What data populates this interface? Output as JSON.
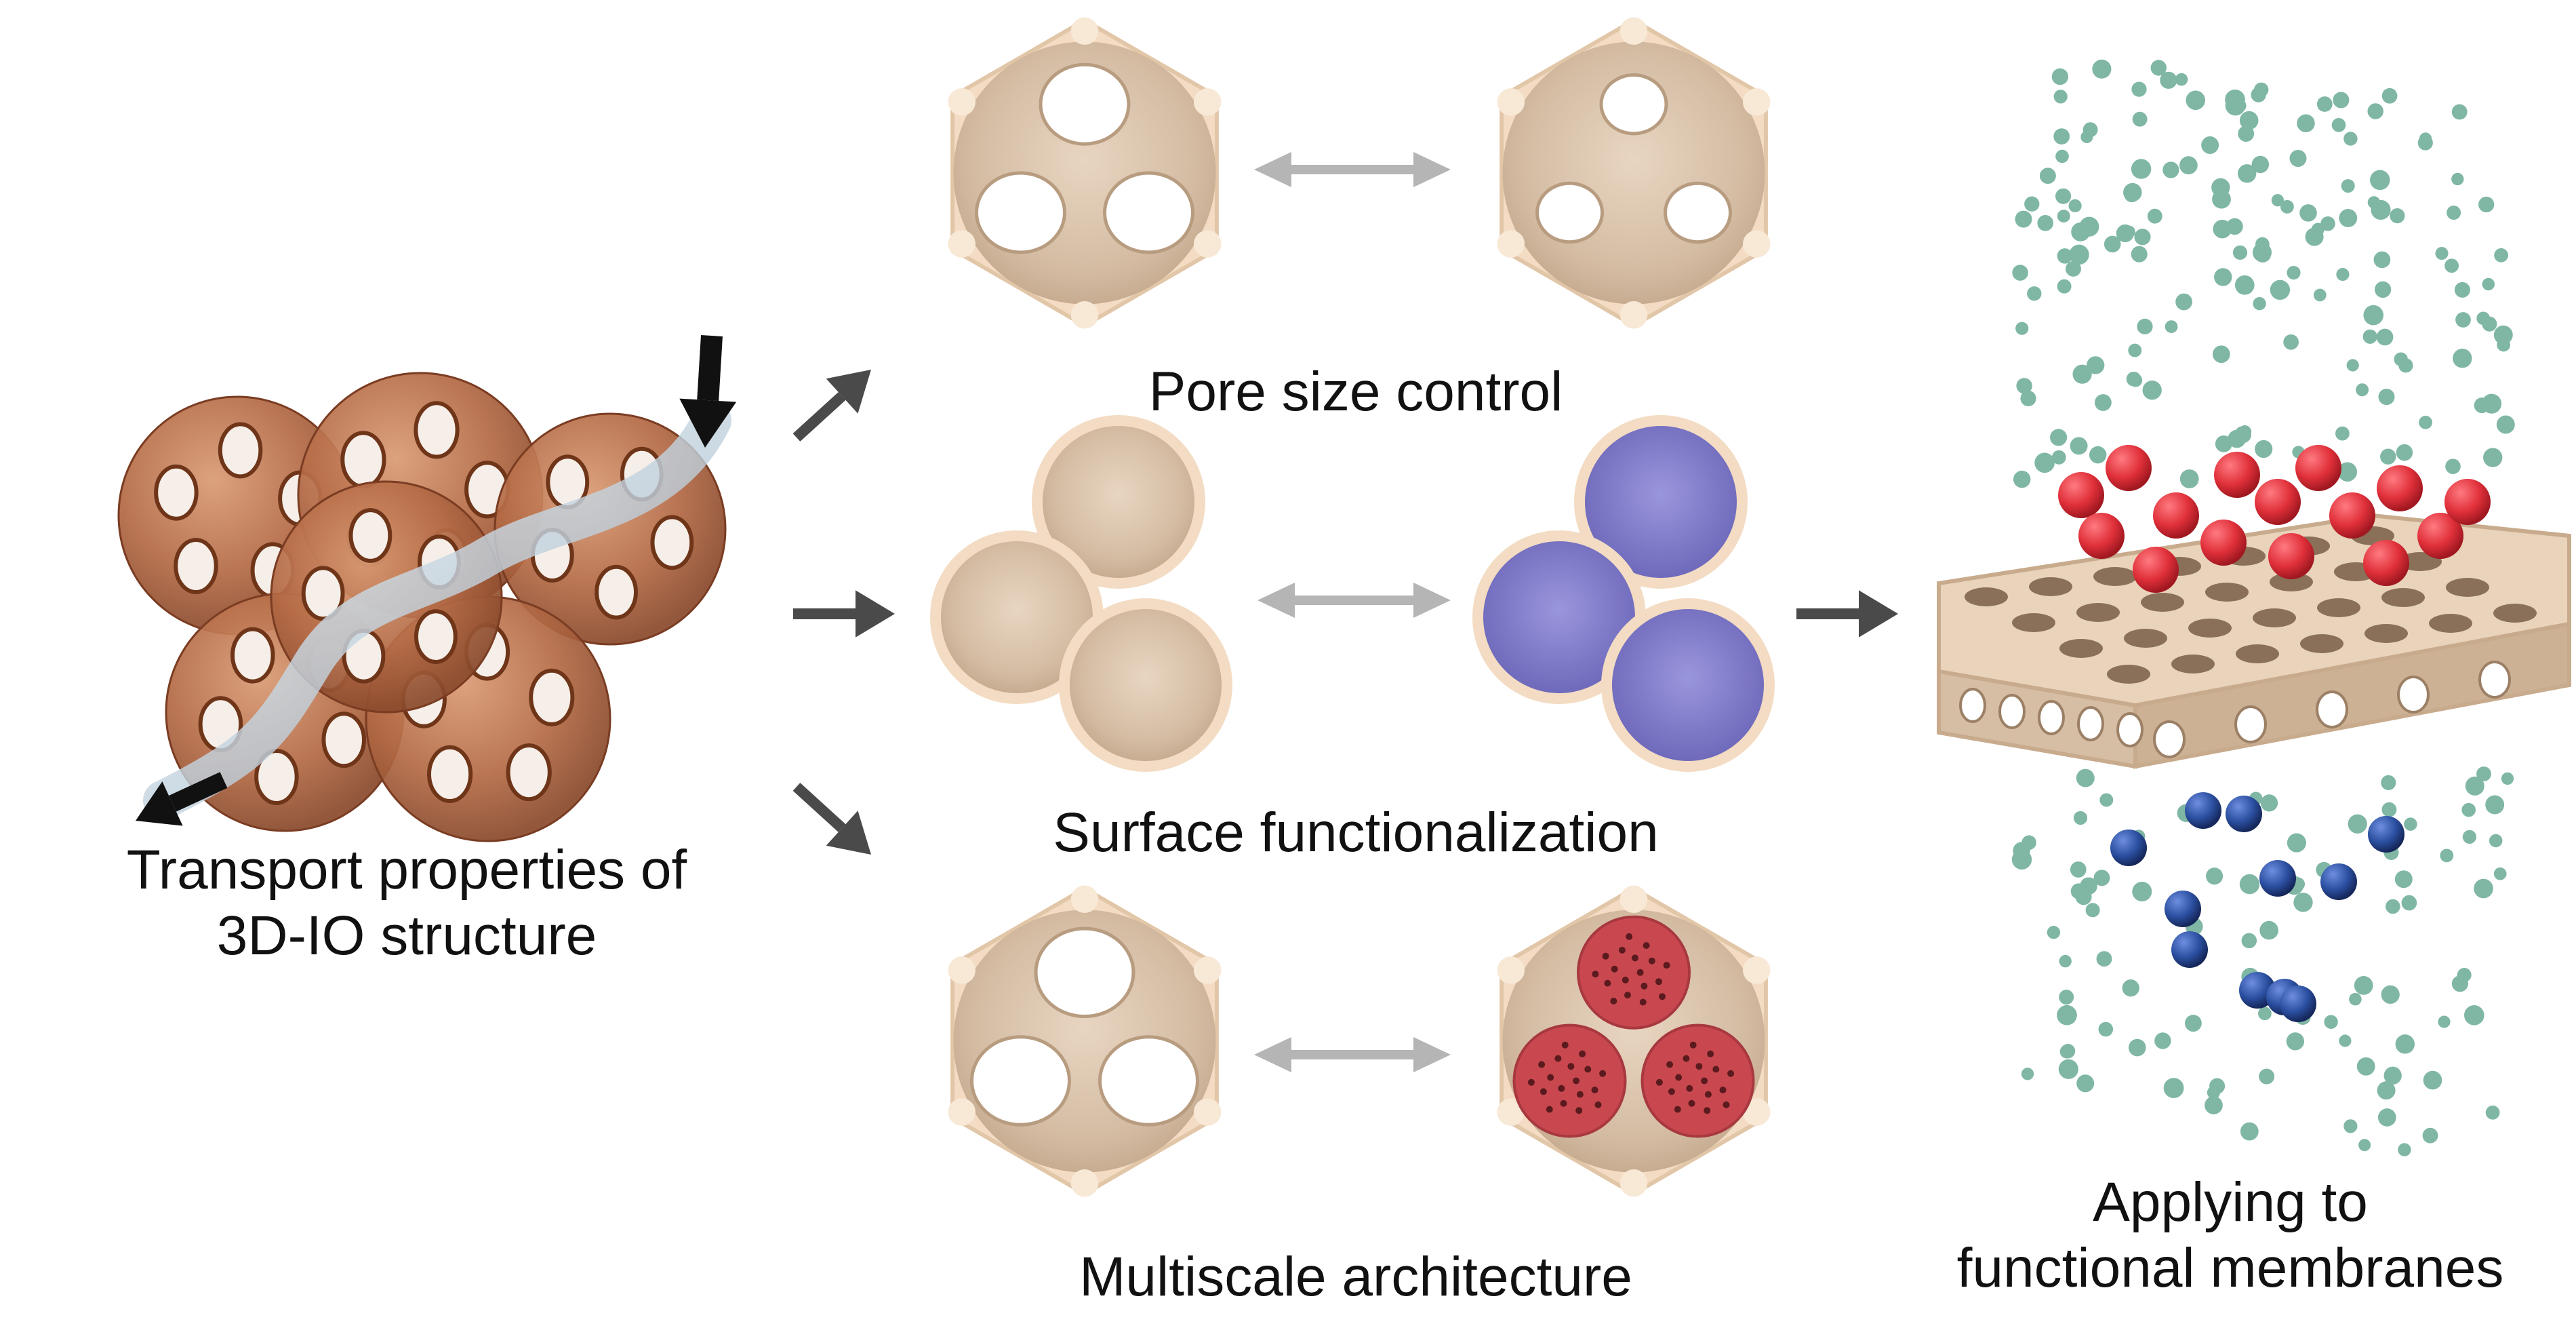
{
  "labels": {
    "transport": [
      "Transport properties of",
      "3D-IO structure"
    ],
    "pore_size": "Pore size control",
    "surface": "Surface functionalization",
    "multiscale": "Multiscale architecture",
    "applying": [
      "Applying to",
      "functional membranes"
    ]
  },
  "colors": {
    "cell_body": "#d7c0a8",
    "cell_rim": "#f3dcc3",
    "copper": "#b46a45",
    "functional_coating": "#7c78c8",
    "red_patch": "#c9484f",
    "arrow_dark": "#4a4a4a",
    "arrow_light": "#b5b5b5",
    "particle_green": "#7fb7a4",
    "particle_red": "#e0303a",
    "particle_blue": "#2b4fa0"
  },
  "icons": [
    "flow-arrow-icon",
    "double-arrow-icon",
    "pointer-arrow-icon"
  ]
}
